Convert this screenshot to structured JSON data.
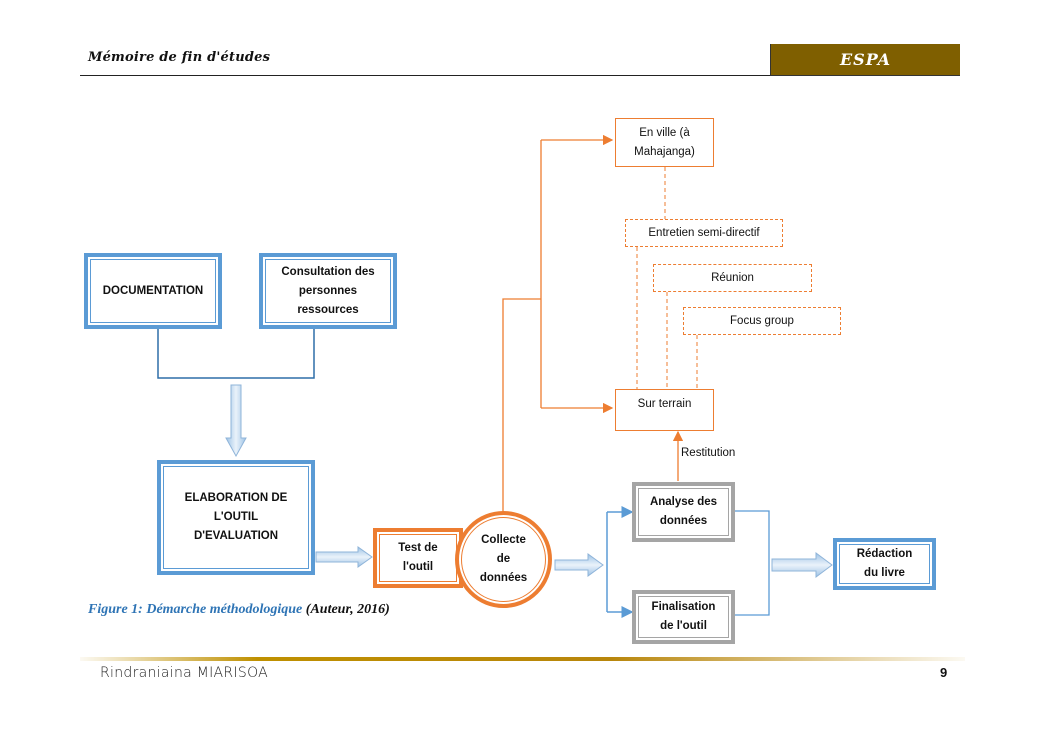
{
  "header": {
    "title": "Mémoire de fin d'études",
    "school": "ESPA",
    "band_color": "#7f5f00"
  },
  "diagram": {
    "nodes": {
      "documentation": "DOCUMENTATION",
      "consultation": [
        "Consultation des",
        "personnes",
        "ressources"
      ],
      "elaboration": [
        "ELABORATION DE",
        "L'OUTIL",
        "D'EVALUATION"
      ],
      "test": [
        "Test de",
        "l'outil"
      ],
      "collecte": [
        "Collecte",
        "de",
        "données"
      ],
      "en_ville": [
        "En ville (à",
        "Mahajanga)"
      ],
      "entretien": "Entretien semi-directif",
      "reunion": "Réunion",
      "focus": "Focus group",
      "sur_terrain": "Sur terrain",
      "analyse": [
        "Analyse des",
        "données"
      ],
      "finalisation": [
        "Finalisation",
        "de l'outil"
      ],
      "redaction": [
        "Rédaction",
        "du livre"
      ]
    },
    "edge_labels": {
      "restitution": "Restitution"
    },
    "colors": {
      "blue": "#5b9bd5",
      "orange": "#ed7d31",
      "grey": "#a5a5a5"
    }
  },
  "caption": {
    "figure": "Figure 1: Démarche méthodologique",
    "source": "(Auteur, 2016)"
  },
  "footer": {
    "author": "Rindraniaina MIARISOA",
    "page_number": "9"
  }
}
